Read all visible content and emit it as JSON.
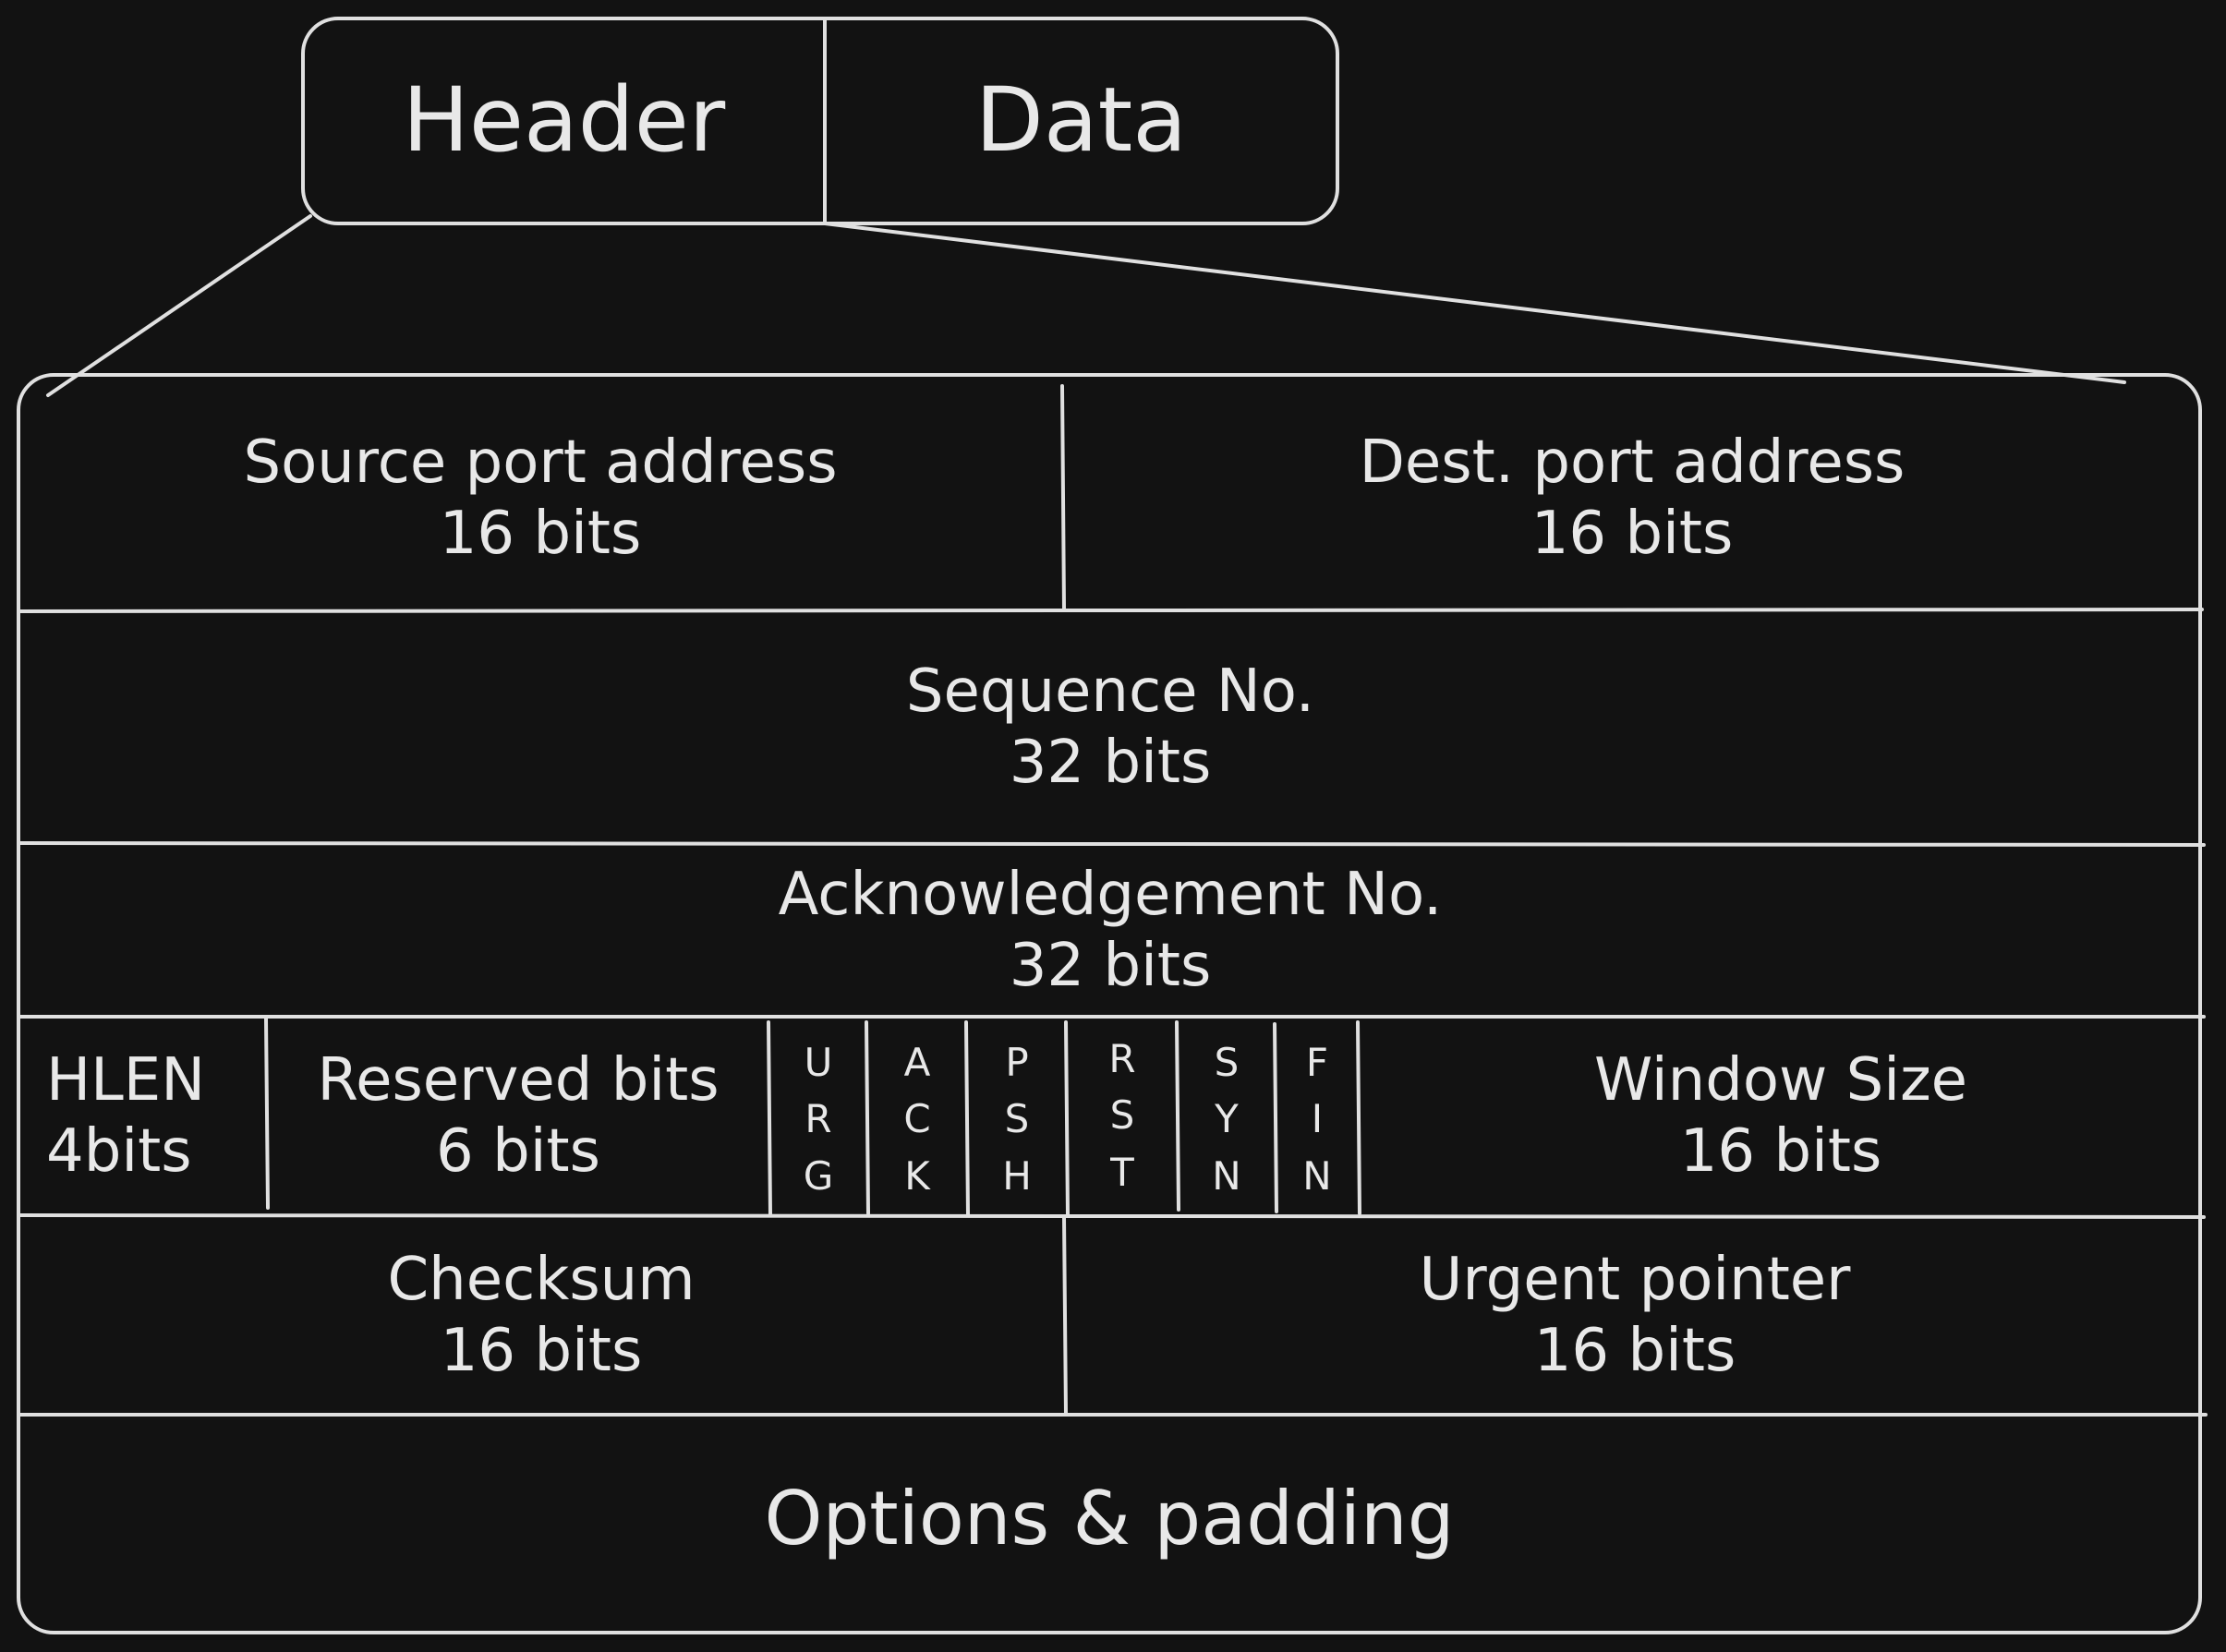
{
  "packet": {
    "header_label": "Header",
    "data_label": "Data"
  },
  "rows": {
    "source_port": {
      "title": "Source port address",
      "size": "16 bits"
    },
    "dest_port": {
      "title": "Dest. port address",
      "size": "16 bits"
    },
    "sequence": {
      "title": "Sequence No.",
      "size": "32 bits"
    },
    "ack": {
      "title": "Acknowledgement No.",
      "size": "32 bits"
    },
    "hlen": {
      "title": "HLEN",
      "size": "4bits"
    },
    "reserved": {
      "title": "Reserved bits",
      "size": "6 bits"
    },
    "flags": [
      {
        "l1": "U",
        "l2": "R",
        "l3": "G"
      },
      {
        "l1": "A",
        "l2": "C",
        "l3": "K"
      },
      {
        "l1": "P",
        "l2": "S",
        "l3": "H"
      },
      {
        "l1": "R",
        "l2": "S",
        "l3": "T"
      },
      {
        "l1": "S",
        "l2": "Y",
        "l3": "N"
      },
      {
        "l1": "F",
        "l2": "I",
        "l3": "N"
      }
    ],
    "window": {
      "title": "Window Size",
      "size": "16 bits"
    },
    "checksum": {
      "title": "Checksum",
      "size": "16 bits"
    },
    "urgent": {
      "title": "Urgent pointer",
      "size": "16 bits"
    },
    "options": {
      "title": "Options & padding"
    }
  },
  "colors": {
    "background": "#121212",
    "stroke": "#e0e0e0",
    "text": "#e8e8e8"
  }
}
